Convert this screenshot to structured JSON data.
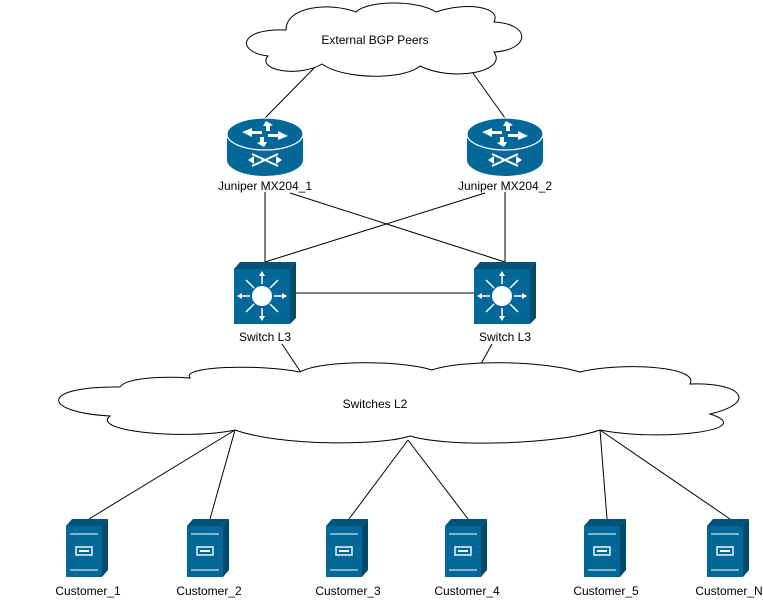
{
  "diagram": {
    "clouds": {
      "bgp": "External BGP Peers",
      "l2": "Switches L2"
    },
    "routers": [
      "Juniper MX204_1",
      "Juniper MX204_2"
    ],
    "switches": [
      "Switch L3",
      "Switch L3"
    ],
    "customers": [
      "Customer_1",
      "Customer_2",
      "Customer_3",
      "Customer_4",
      "Customer_5",
      "Customer_N"
    ]
  },
  "colors": {
    "device_fill": "#036897",
    "device_dark": "#025379",
    "icon_glyph": "#ffffff",
    "link": "#000000"
  }
}
